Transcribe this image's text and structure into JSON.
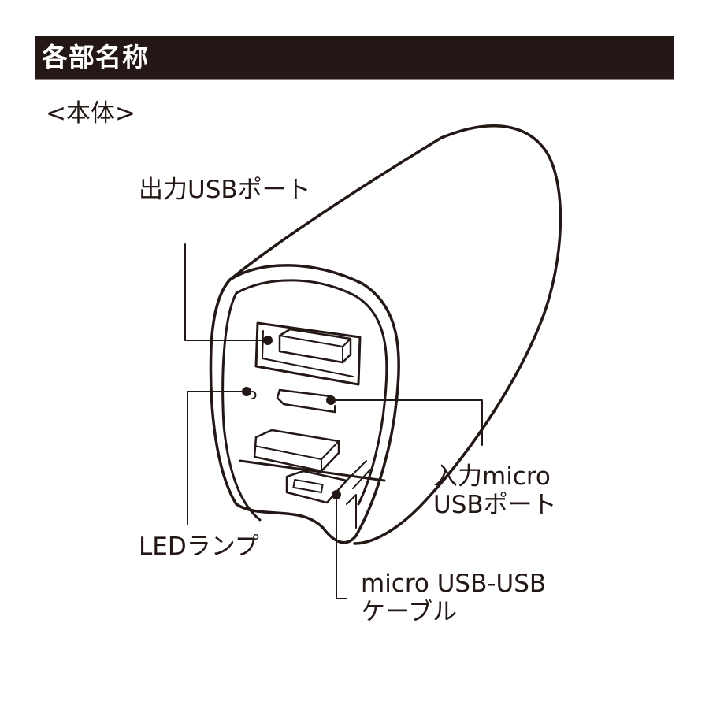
{
  "header": {
    "title": "各部名称",
    "background": "#231815",
    "text_color": "#ffffff"
  },
  "section": {
    "subtitle": "<本体>"
  },
  "callouts": {
    "output_usb_port": "出力USBポート",
    "input_micro_usb_port": {
      "line1": "入力micro",
      "line2": "USBポート"
    },
    "led_lamp": "LEDランプ",
    "micro_usb_cable": {
      "line1": "micro USB-USB",
      "line2": "ケーブル"
    }
  },
  "colors": {
    "ink": "#231815",
    "background": "#ffffff"
  }
}
